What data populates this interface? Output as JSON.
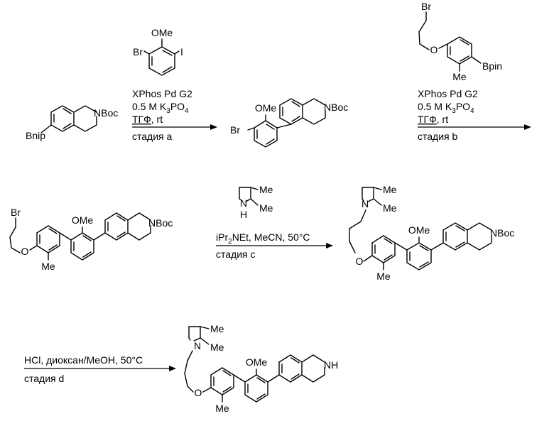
{
  "atoms": {
    "bnip": "Bnip",
    "nboc": "NBoc",
    "br": "Br",
    "ome": "OMe",
    "i": "I",
    "o": "O",
    "me": "Me",
    "bpin": "Bpin",
    "n": "N",
    "h": "H",
    "nh": "NH"
  },
  "steps": {
    "a": {
      "catalyst": "XPhos Pd G2",
      "base_prefix": "0.5 M K",
      "base_sub1": "3",
      "base_mid": "PO",
      "base_sub2": "4",
      "solvent_main": "ТГФ",
      "solvent_tail": ", rt",
      "label": "стадия a"
    },
    "b": {
      "catalyst": "XPhos Pd G2",
      "base_prefix": "0.5 M K",
      "base_sub1": "3",
      "base_mid": "PO",
      "base_sub2": "4",
      "solvent_main": "ТГФ",
      "solvent_tail": ", rt",
      "label": "стадия b"
    },
    "c": {
      "reagent_prefix": "iPr",
      "reagent_sub": "2",
      "reagent_tail": "NEt, MeCN, 50°C",
      "label": "стадия c"
    },
    "d": {
      "reagents": "HCl, диоксан/MeOH, 50°C",
      "label": "стадия d"
    }
  }
}
